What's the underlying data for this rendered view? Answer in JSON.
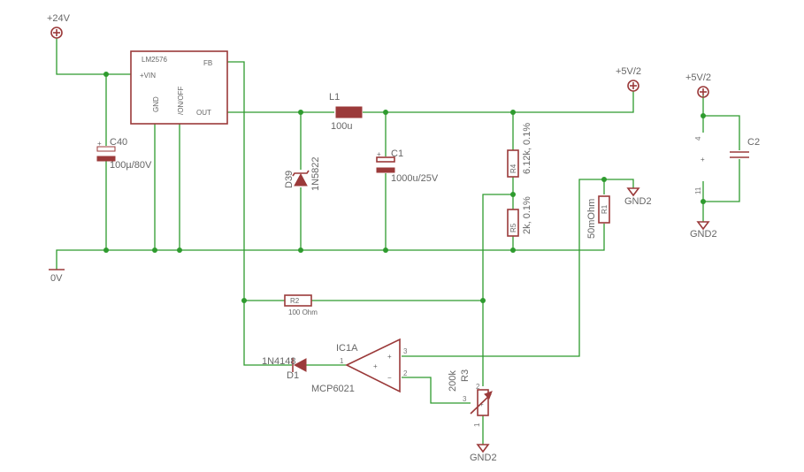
{
  "power": {
    "v24": "+24V",
    "v5a": "+5V/2",
    "v5b": "+5V/2",
    "zero": "0V",
    "gnd1": "GND2",
    "gnd2": "GND2",
    "gnd3": "GND2"
  },
  "u1": {
    "name": "LM2576",
    "vin": "+VIN",
    "fb": "FB",
    "gnd": "GND",
    "onoff": "/ON/OFF",
    "out": "OUT"
  },
  "c40": {
    "name": "C40",
    "value": "100µ/80V"
  },
  "d39": {
    "name": "D39",
    "value": "1N5822"
  },
  "l1": {
    "name": "L1",
    "value": "100u"
  },
  "c1": {
    "name": "C1",
    "value": "1000u/25V"
  },
  "r4": {
    "name": "R4",
    "value": "6.12k, 0.1%"
  },
  "r5": {
    "name": "R5",
    "value": "2k, 0.1%"
  },
  "r1": {
    "name": "R1",
    "value": "50mOhm"
  },
  "r2": {
    "name": "R2",
    "value": "100 Ohm"
  },
  "d1": {
    "name": "D1",
    "value": "1N4148"
  },
  "ic1": {
    "name": "IC1A",
    "value": "MCP6021",
    "pin1": "1",
    "pin2": "2",
    "pin3": "3"
  },
  "r3": {
    "name": "R3",
    "value": "200k",
    "pin1": "1",
    "pin2": "2",
    "pin3": "3"
  },
  "c2": {
    "name": "C2",
    "pin4": "4",
    "pin11": "11"
  }
}
